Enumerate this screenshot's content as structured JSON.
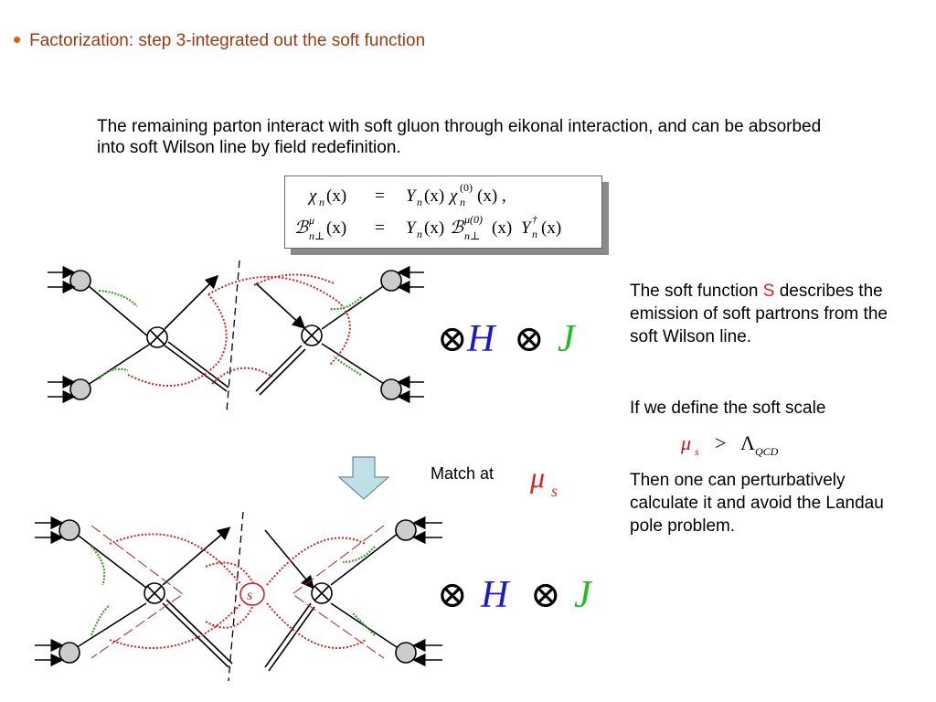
{
  "slide": {
    "title": "Factorization: step 3-integrated out the soft function",
    "intro": "The remaining parton interact with soft gluon through eikonal interaction, and can be absorbed into soft Wilson line by field redefinition.",
    "soft_desc_1": "The soft function ",
    "soft_symbol": "S",
    "soft_desc_2": " describes the emission of soft partrons from the soft Wilson line.",
    "scale_intro": "If we define the soft scale",
    "perturb_text": "Then one can perturbatively calculate it and avoid the Landau pole problem.",
    "match_label": "Match at",
    "mu": "μ",
    "mu_sub": "s",
    "gt": ">",
    "lambda": "Λ",
    "lambda_sub": "QCD",
    "otimes": "⊗",
    "H": "H",
    "J": "J",
    "soft_vertex_label": "s",
    "eq1": {
      "lhs": "χ",
      "lhs_sub": "n",
      "arg": "(x)",
      "eq": "=",
      "Y": "Y",
      "Y_sub": "n",
      "rhs_chi": "χ",
      "sup0": "(0)",
      "comma": ","
    },
    "eq2": {
      "lhs": "ℬ",
      "lhs_sup": "μ",
      "lhs_sub": "n⊥",
      "arg": "(x)",
      "eq": "=",
      "Y": "Y",
      "Y_sub": "n",
      "B": "ℬ",
      "sup_mu0": "μ(0)",
      "dagger": "†"
    }
  },
  "colors": {
    "title": "#9b3a0c",
    "bullet": "#e05a14",
    "gluon_red": "#d42020",
    "gluon_green": "#3aa02a",
    "H_blue": "#1a1acc",
    "J_green": "#22bb22",
    "arrow_fill": "#bfe0e6",
    "blob_grey": "#cccccc"
  }
}
